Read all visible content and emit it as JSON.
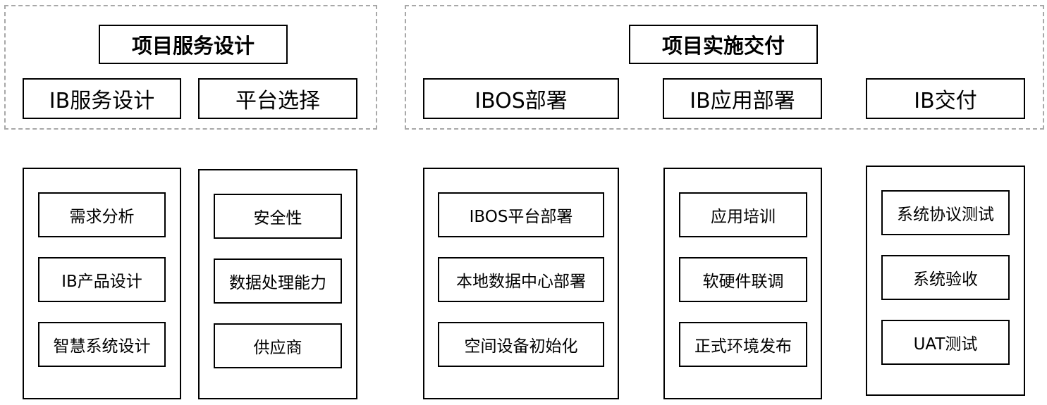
{
  "groups": [
    {
      "title": "项目服务设计",
      "subs": [
        "IB服务设计",
        "平台选择"
      ]
    },
    {
      "title": "项目实施交付",
      "subs": [
        "IBOS部署",
        "IB应用部署",
        "IB交付"
      ]
    }
  ],
  "columns": [
    [
      "需求分析",
      "IB产品设计",
      "智慧系统设计"
    ],
    [
      "安全性",
      "数据处理能力",
      "供应商"
    ],
    [
      "IBOS平台部署",
      "本地数据中心部署",
      "空间设备初始化"
    ],
    [
      "应用培训",
      "软硬件联调",
      "正式环境发布"
    ],
    [
      "系统协议测试",
      "系统验收",
      "UAT测试"
    ]
  ]
}
